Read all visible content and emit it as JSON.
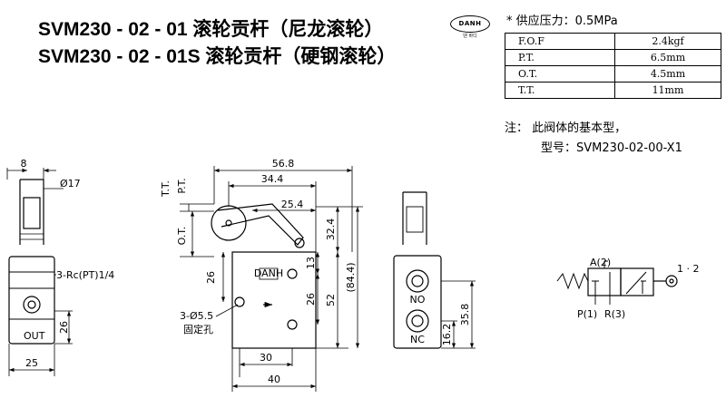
{
  "titles": {
    "line1": "SVM230 - 02 - 01 滚轮贡杆（尼龙滚轮）",
    "line2": "SVM230 - 02 - 01S 滚轮贡杆（硬钢滚轮）"
  },
  "logo": {
    "text": "DANH",
    "sub": "댄 바디"
  },
  "spec": {
    "note": "* 供应压力：0.5MPa",
    "rows": [
      {
        "key": "F.O.F",
        "value": "2.4kgf"
      },
      {
        "key": "P.T.",
        "value": "6.5mm"
      },
      {
        "key": "O.T.",
        "value": "4.5mm"
      },
      {
        "key": "T.T.",
        "value": "11mm"
      }
    ]
  },
  "remark": {
    "line1": "注：  此阀体的基本型，",
    "line2": "型号：SVM230-02-00-X1"
  },
  "drawing": {
    "left_view": {
      "top_width": "8",
      "diameter": "Ø17",
      "port": "3-Rc(PT)1/4",
      "out": "OUT",
      "height": "26",
      "width": "25"
    },
    "front_view": {
      "tt": "T.T.",
      "pt": "P.T.",
      "ot": "O.T.",
      "w568": "56.8",
      "w344": "34.4",
      "w254": "25.4",
      "h26": "26",
      "h13": "13",
      "h26b": "26",
      "h52": "52",
      "h324": "32.4",
      "h844": "(84.4)",
      "hole": "3-Ø5.5",
      "hole_note": "固定孔",
      "brand": "DANH",
      "w30": "30",
      "w40": "40"
    },
    "side_view": {
      "no": "NO",
      "nc": "NC",
      "h162": "16.2",
      "h358": "35.8"
    },
    "symbol": {
      "a": "A(2)",
      "p": "P(1)",
      "r": "R(3)",
      "ports": "1 · 2"
    }
  }
}
